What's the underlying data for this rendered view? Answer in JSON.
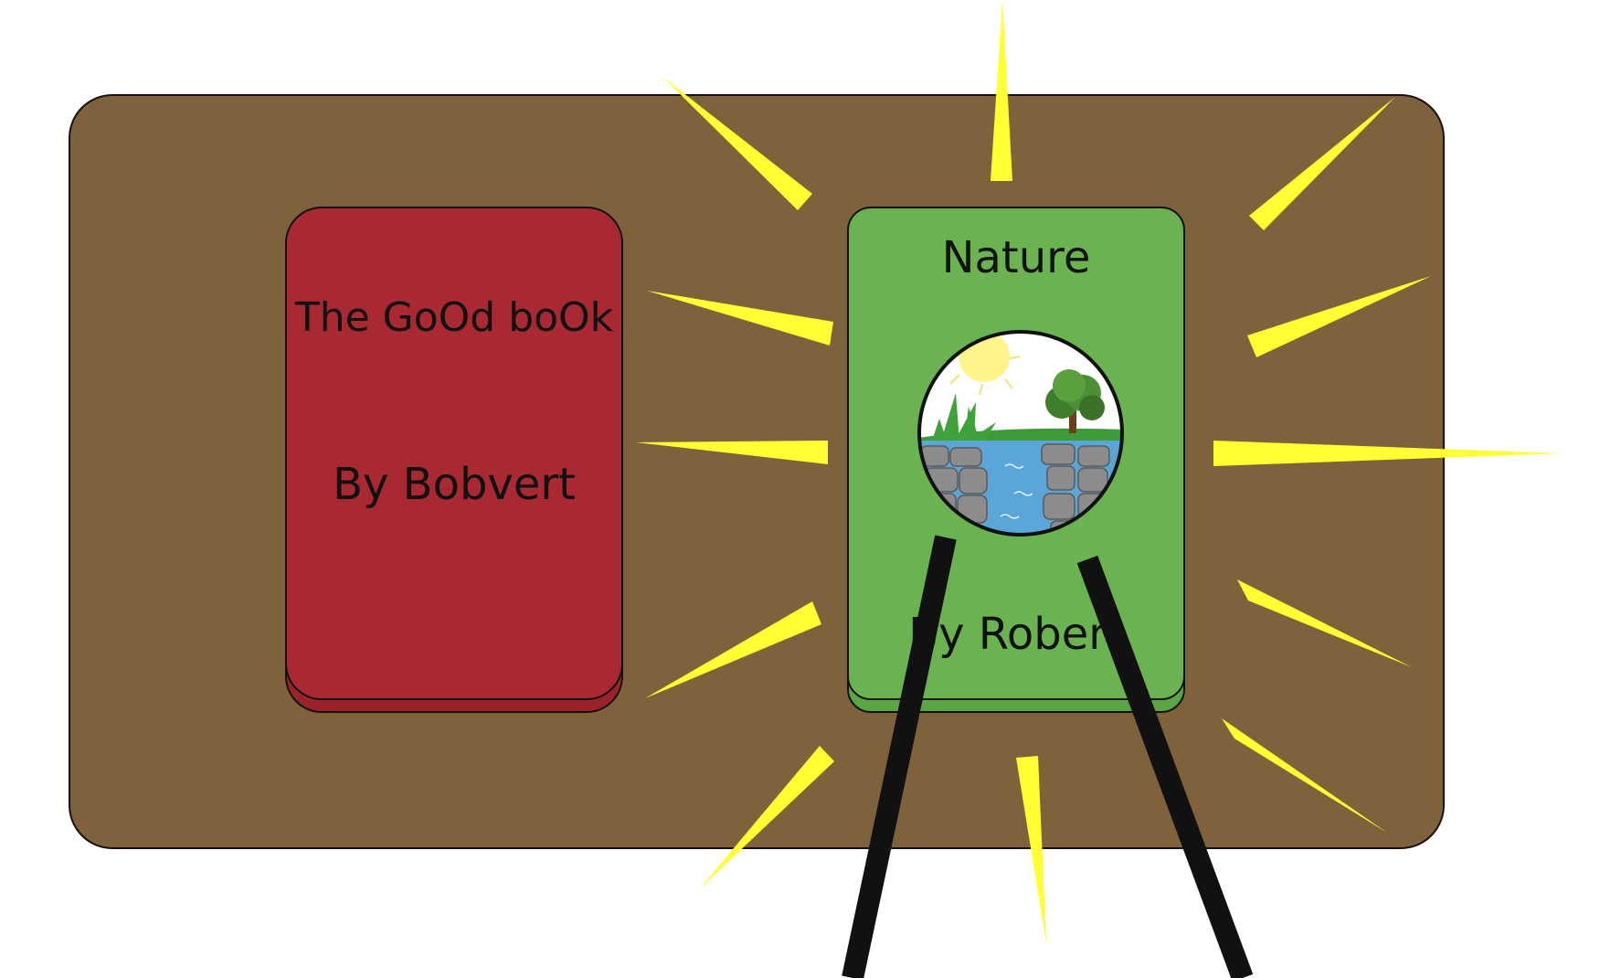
{
  "books": [
    {
      "title": "The GoOd boOk",
      "author": "By Bobvert",
      "cover_color": "#a82931"
    },
    {
      "title": "Nature",
      "author": "By Robert",
      "cover_color": "#6bb351",
      "emblem": "nature-scene-icon"
    }
  ],
  "colors": {
    "table": "#7f623b",
    "rays": "#ffff33",
    "easel": "#111111",
    "background": "#ffffff"
  }
}
